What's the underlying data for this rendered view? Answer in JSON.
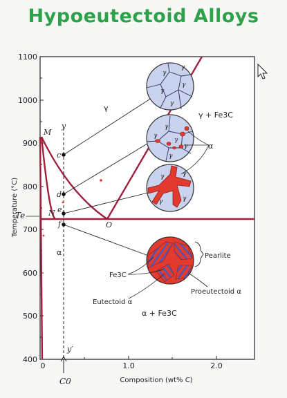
{
  "title": "Hypoeutectoid Alloys",
  "axes": {
    "ylabel": "Temperature (°C)",
    "xlabel": "Composition (wt% C)",
    "y_ticks": [
      "400",
      "500",
      "600",
      "700",
      "800",
      "900",
      "1000",
      "1100"
    ],
    "x_ticks": [
      "0",
      "1.0",
      "2.0"
    ],
    "te_label": "Te"
  },
  "regions": {
    "gamma": "γ",
    "gamma_fe3c": "γ + Fe3C",
    "alpha_fe3c": "α + Fe3C",
    "alpha": "α"
  },
  "points": {
    "M": "M",
    "N": "N",
    "O": "O",
    "c": "c",
    "d": "d",
    "e": "e",
    "f": "f",
    "y_top": "y",
    "y_bottom": "y′",
    "c0": "C0"
  },
  "annotations": {
    "pearlite": "Pearlite",
    "fe3c": "Fe3C",
    "eutectoid_alpha": "Eutectoid α",
    "proeutectoid_alpha": "Proeutectoid α",
    "grain_gamma": "γ",
    "grain_alpha": "α"
  },
  "colors": {
    "title": "#2ea24a",
    "phase_line": "#a0203c",
    "grain_bg": "#c9d3ee",
    "alpha_phase": "#e23a2e",
    "fe3c_stripe": "#4d56b8"
  }
}
